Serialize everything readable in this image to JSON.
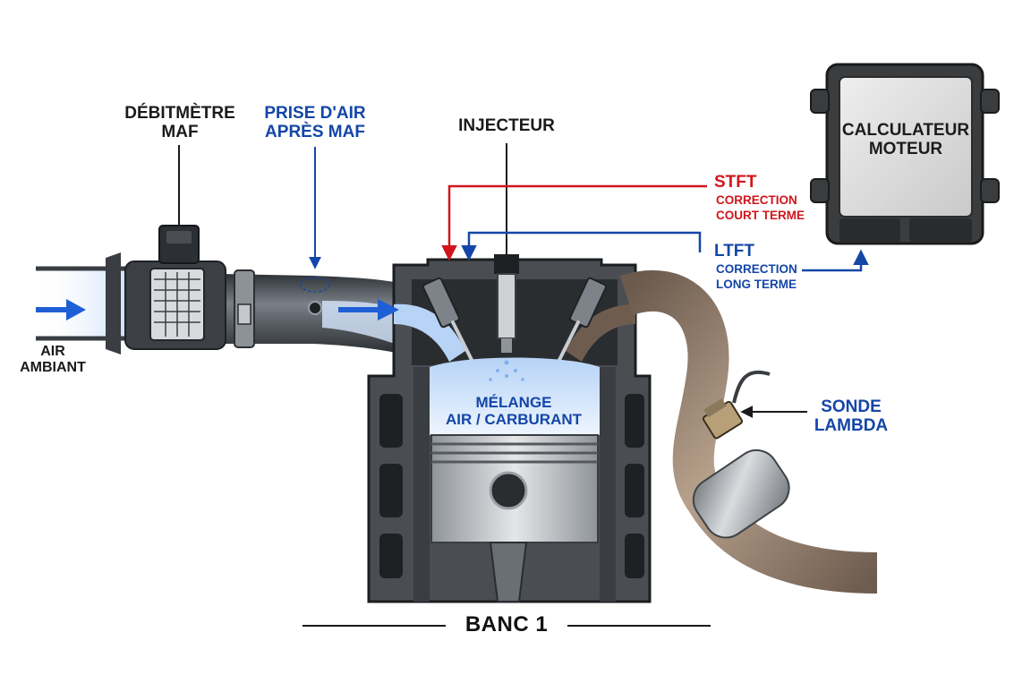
{
  "labels": {
    "maf": "DÉBITMÈTRE\nMAF",
    "air_intake": "PRISE D'AIR\nAPRÈS MAF",
    "injector": "INJECTEUR",
    "ecu": "CALCULATEUR\nMOTEUR",
    "stft_title": "STFT",
    "stft_desc": "CORRECTION\nCOURT TERME",
    "ltft_title": "LTFT",
    "ltft_desc": "CORRECTION\nLONG TERME",
    "ambient_air": "AIR\nAMBIANT",
    "mixture": "MÉLANGE\nAIR / CARBURANT",
    "lambda": "SONDE\nLAMBDA",
    "bank": "BANC 1"
  },
  "colors": {
    "stft": "#d0161c",
    "ltft": "#1446a8",
    "airflow": "#1f5fd6",
    "engine": "#4a4e52",
    "pipe": "#5a5e62",
    "exhaust": "#8a7565",
    "ecu": "#3a3c3e"
  }
}
